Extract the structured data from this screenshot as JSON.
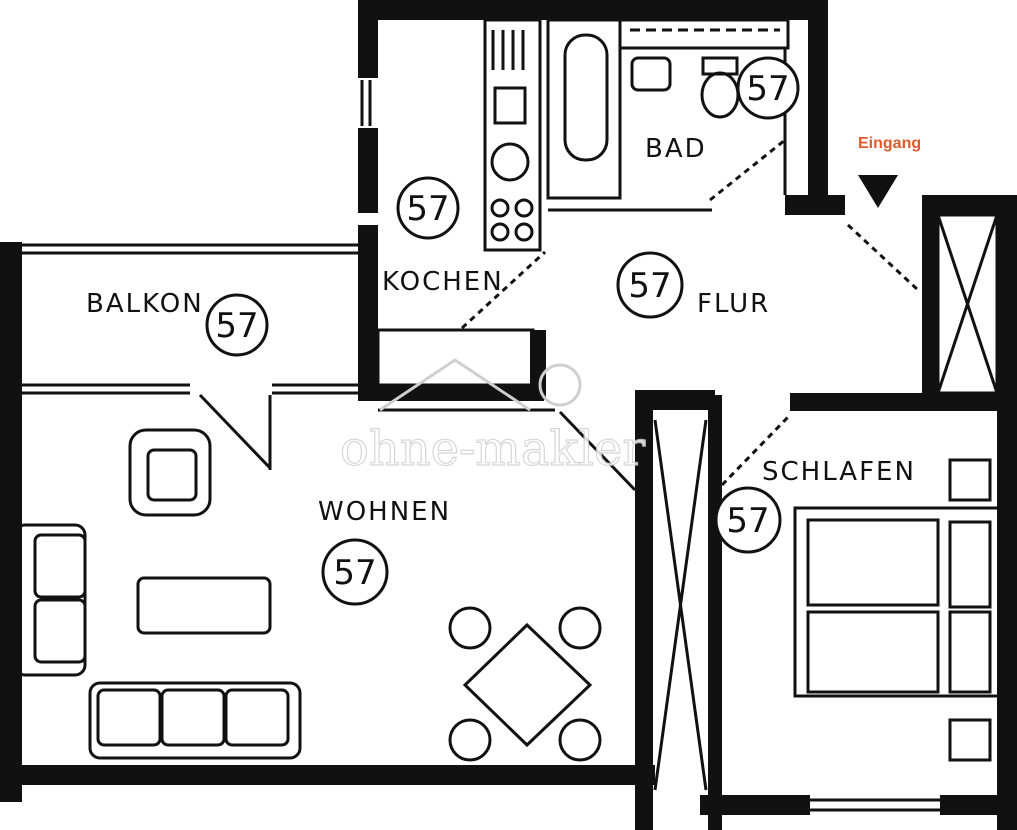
{
  "entrance": {
    "label": "Eingang",
    "color": "#e05a2b"
  },
  "rooms": [
    {
      "id": "balkon",
      "label": "BALKON",
      "number": "57"
    },
    {
      "id": "kochen",
      "label": "KOCHEN",
      "number": "57"
    },
    {
      "id": "bad",
      "label": "BAD",
      "number": "57"
    },
    {
      "id": "flur",
      "label": "FLUR",
      "number": "57"
    },
    {
      "id": "wohnen",
      "label": "WOHNEN",
      "number": "57"
    },
    {
      "id": "schlafen",
      "label": "SCHLAFEN",
      "number": "57"
    }
  ],
  "wc_number": "57",
  "watermark": "ohne-makler",
  "colors": {
    "wall": "#111111",
    "line": "#111111",
    "background": "#ffffff"
  }
}
